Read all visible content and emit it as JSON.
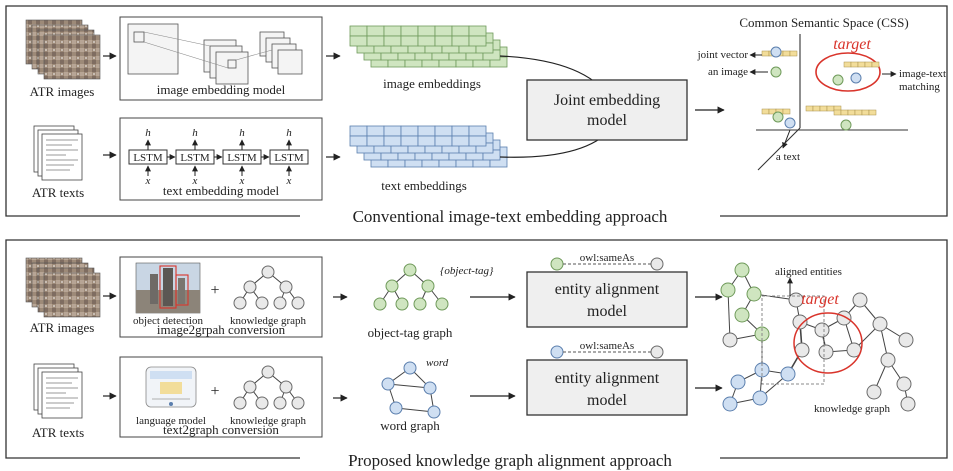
{
  "top_panel": {
    "caption": "Conventional image-text embedding approach",
    "atr_images_label": "ATR images",
    "atr_texts_label": "ATR texts",
    "image_model_label": "image embedding model",
    "text_model_label": "text embedding model",
    "lstm_label": "LSTM",
    "h_label": "h",
    "x_label": "x",
    "image_embeddings_label": "image embeddings",
    "text_embeddings_label": "text embeddings",
    "joint_model_line1": "Joint embedding",
    "joint_model_line2": "model",
    "css_title": "Common Semantic Space (CSS)",
    "target_label": "target",
    "joint_vector_label": "joint vector",
    "an_image_label": "an image",
    "a_text_label": "a text",
    "matching_line1": "image-text",
    "matching_line2": "matching"
  },
  "bottom_panel": {
    "caption": "Proposed knowledge graph alignment approach",
    "atr_images_label": "ATR images",
    "atr_texts_label": "ATR texts",
    "object_detection_label": "object detection",
    "knowledge_graph_label": "knowledge graph",
    "image2graph_label": "image2grpah conversion",
    "language_model_label": "language model",
    "text2graph_label": "text2graph conversion",
    "object_tag_label": "{object-tag}",
    "object_tag_graph_label": "object-tag graph",
    "word_label": "word",
    "word_graph_label": "word graph",
    "same_as_label": "owl:sameAs",
    "alignment_line1": "entity alignment",
    "alignment_line2": "model",
    "aligned_entities_label": "aligned entities",
    "target_label": "target",
    "kg_label": "knowledge graph",
    "plus": "+"
  },
  "colors": {
    "green_node": "#cfe5c0",
    "green_stroke": "#6f9a5a",
    "blue_node": "#cfdff2",
    "blue_stroke": "#5b7fae",
    "gray_node": "#e9e9e9",
    "gray_stroke": "#6a6a6a",
    "yellow_bar": "#f2dd9a",
    "accent_red": "#d9342b",
    "model_box": "#efefef"
  }
}
